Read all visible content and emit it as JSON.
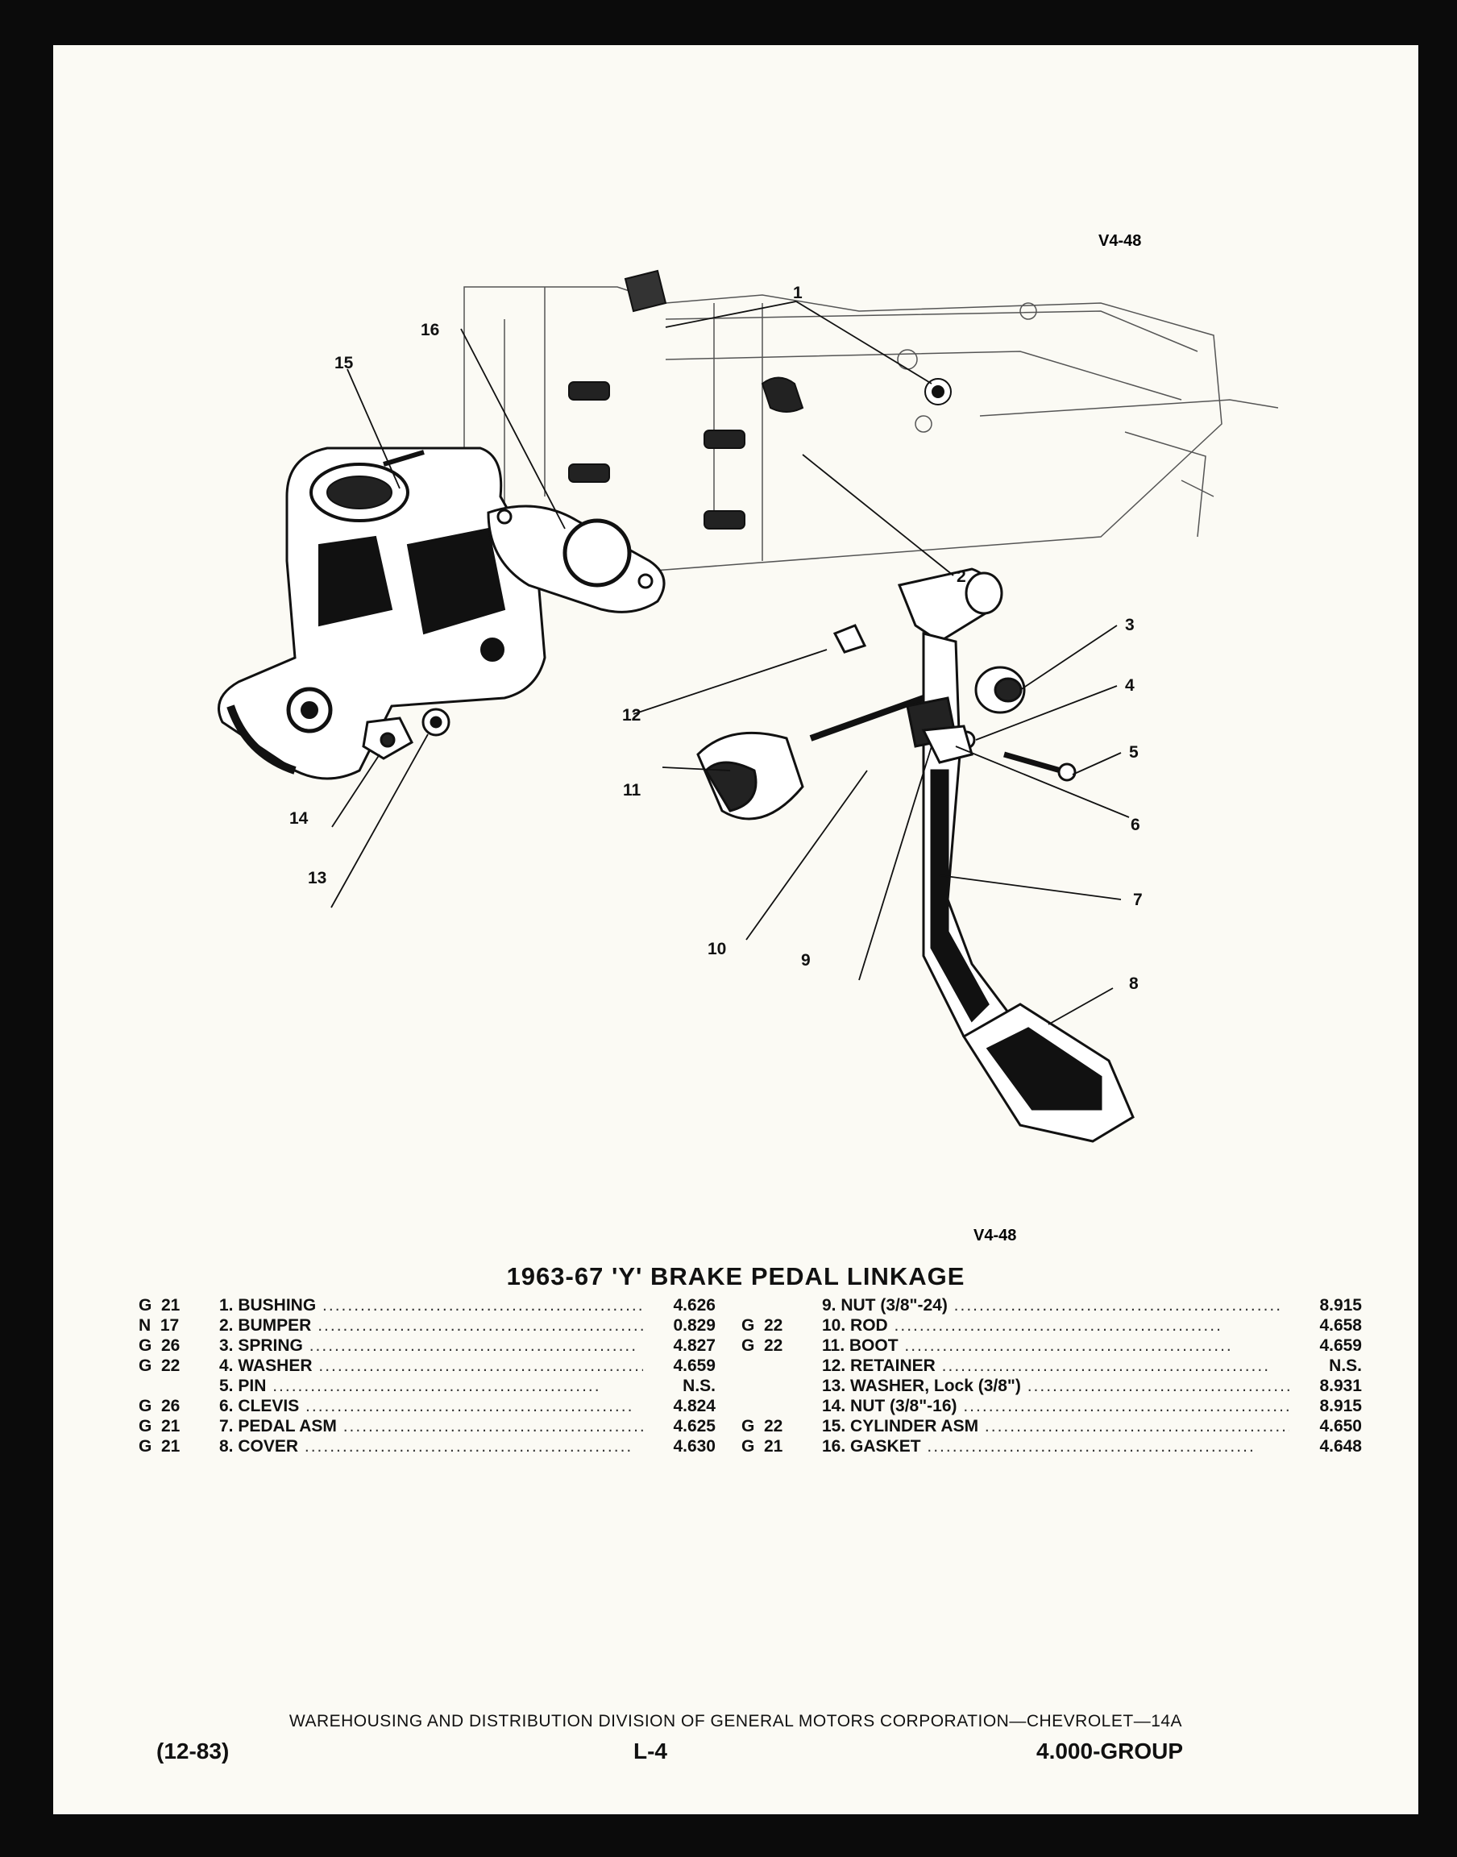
{
  "diagram_codes": {
    "top": "V4-48",
    "bottom": "V4-48"
  },
  "callouts": [
    "1",
    "2",
    "3",
    "4",
    "5",
    "6",
    "7",
    "8",
    "9",
    "10",
    "11",
    "12",
    "13",
    "14",
    "15",
    "16"
  ],
  "title": "1963-67 'Y' BRAKE PEDAL LINKAGE",
  "parts_left": [
    {
      "group": "G  21",
      "desc": "1. BUSHING",
      "num": "4.626"
    },
    {
      "group": "N  17",
      "desc": "2. BUMPER",
      "num": "0.829"
    },
    {
      "group": "G  26",
      "desc": "3. SPRING",
      "num": "4.827"
    },
    {
      "group": "G  22",
      "desc": "4. WASHER",
      "num": "4.659"
    },
    {
      "group": "",
      "desc": "5. PIN",
      "num": "N.S."
    },
    {
      "group": "G  26",
      "desc": "6. CLEVIS",
      "num": "4.824"
    },
    {
      "group": "G  21",
      "desc": "7. PEDAL ASM",
      "num": "4.625"
    },
    {
      "group": "G  21",
      "desc": "8. COVER",
      "num": "4.630"
    }
  ],
  "parts_right": [
    {
      "group": "",
      "desc": "9. NUT (3/8\"-24)",
      "num": "8.915"
    },
    {
      "group": "G  22",
      "desc": "10. ROD",
      "num": "4.658"
    },
    {
      "group": "G  22",
      "desc": "11. BOOT",
      "num": "4.659"
    },
    {
      "group": "",
      "desc": "12. RETAINER",
      "num": "N.S."
    },
    {
      "group": "",
      "desc": "13. WASHER, Lock (3/8\")",
      "num": "8.931"
    },
    {
      "group": "",
      "desc": "14. NUT (3/8\"-16)",
      "num": "8.915"
    },
    {
      "group": "G  22",
      "desc": "15. CYLINDER ASM",
      "num": "4.650"
    },
    {
      "group": "G  21",
      "desc": "16. GASKET",
      "num": "4.648"
    }
  ],
  "footer": {
    "division": "WAREHOUSING AND DISTRIBUTION DIVISION OF GENERAL MOTORS CORPORATION—CHEVROLET—14A",
    "date": "(12-83)",
    "page": "L-4",
    "group": "4.000-GROUP"
  }
}
